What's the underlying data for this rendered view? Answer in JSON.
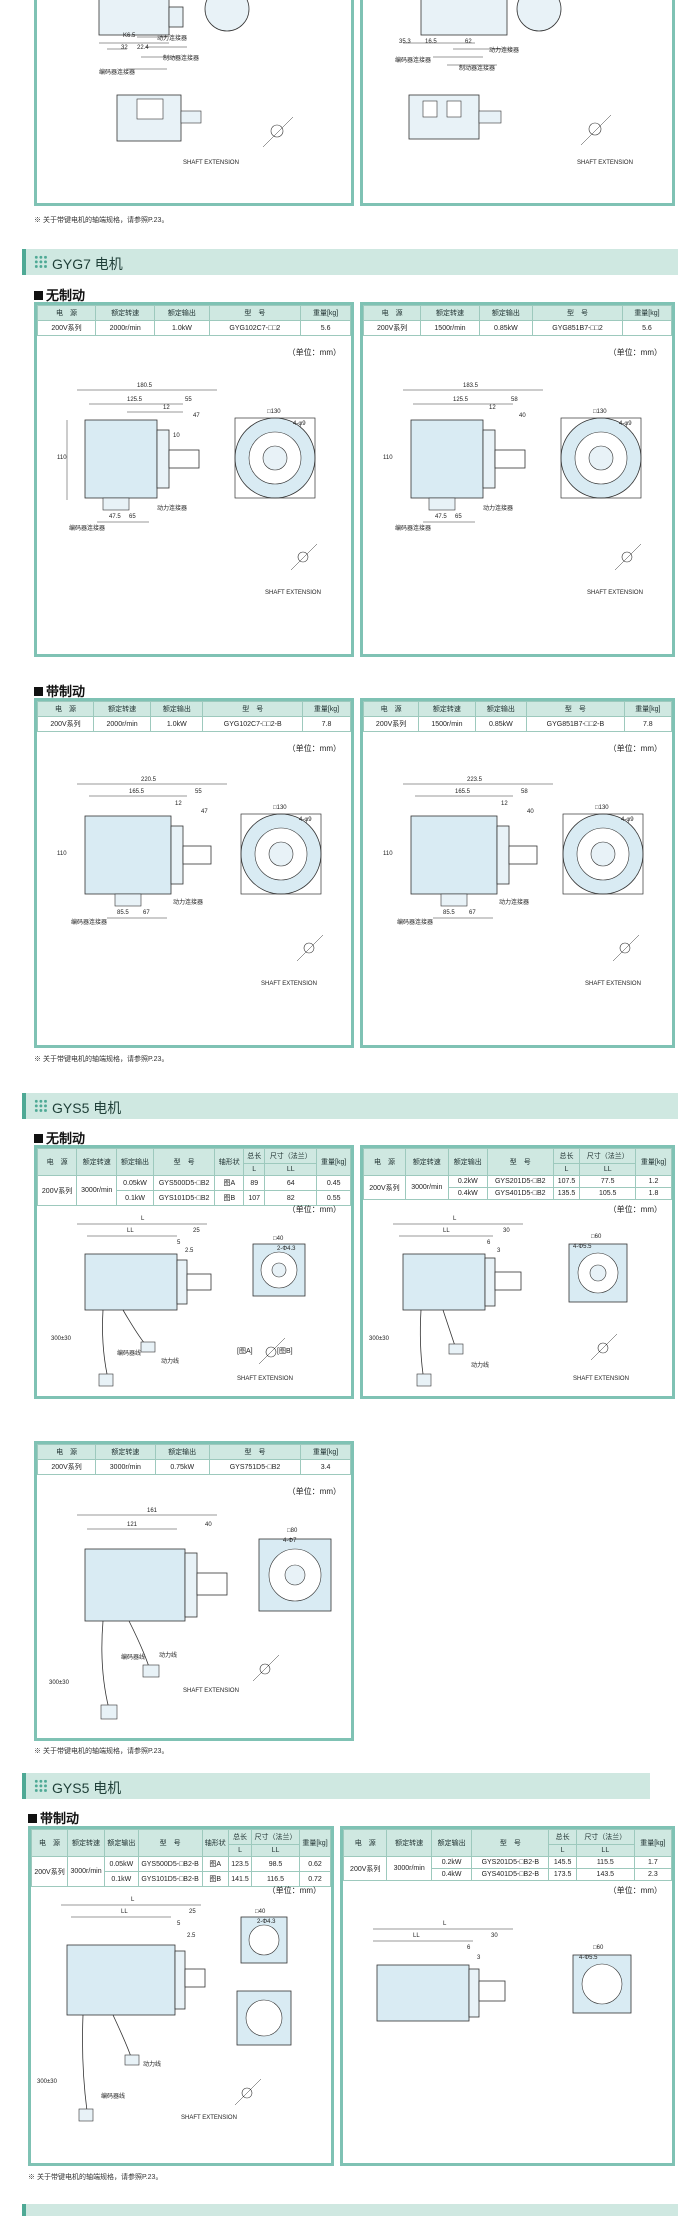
{
  "top": {
    "dims_left": [
      "32",
      "22.4",
      "K6.5"
    ],
    "labels_left": [
      "动力连接器",
      "制动器连接器",
      "编码器连接器"
    ],
    "dims_right": [
      "35.3",
      "16.5",
      "62"
    ],
    "labels_right": [
      "动力连接器",
      "编码器连接器",
      "制动器连接器"
    ],
    "shaft": "SHAFT EXTENSION",
    "note": "※ 关于带键电机的轴端规格，请参照P.23。"
  },
  "gyg7": {
    "title": "GYG7 电机",
    "sub_nobrake": "无制动",
    "sub_brake": "带制动",
    "headers": [
      "电　源",
      "额定转速",
      "额定输出",
      "型　号",
      "重量[kg]"
    ],
    "unit": "（单位：mm）",
    "shaft": "SHAFT EXTENSION",
    "power_conn": "动力连接器",
    "enc_conn": "编码器连接器",
    "nb_left": {
      "row": [
        "200V系列",
        "2000r/min",
        "1.0kW",
        "GYG102C7-□□2",
        "5.6"
      ],
      "dims": [
        "180.5",
        "125.5",
        "55",
        "12",
        "47",
        "10",
        "47.5",
        "65",
        "□130",
        "4-φ9",
        "110"
      ]
    },
    "nb_right": {
      "row": [
        "200V系列",
        "1500r/min",
        "0.85kW",
        "GYG851B7-□□2",
        "5.6"
      ],
      "dims": [
        "183.5",
        "125.5",
        "58",
        "12",
        "40",
        "47.5",
        "65",
        "□130",
        "4-φ9",
        "110"
      ]
    },
    "b_left": {
      "row": [
        "200V系列",
        "2000r/min",
        "1.0kW",
        "GYG102C7-□□2-B",
        "7.8"
      ],
      "dims": [
        "220.5",
        "165.5",
        "55",
        "12",
        "47",
        "85.5",
        "67",
        "□130",
        "4-φ9",
        "110"
      ]
    },
    "b_right": {
      "row": [
        "200V系列",
        "1500r/min",
        "0.85kW",
        "GYG851B7-□□2-B",
        "7.8"
      ],
      "dims": [
        "223.5",
        "165.5",
        "58",
        "12",
        "40",
        "85.5",
        "67",
        "□130",
        "4-φ9",
        "110"
      ]
    },
    "note": "※ 关于带键电机的轴端规格，请参照P.23。"
  },
  "gys5a": {
    "title": "GYS5 电机",
    "sub": "无制动",
    "unit": "（单位：mm）",
    "headers": [
      "电　源",
      "额定转速",
      "额定输出",
      "型　号",
      "轴形状",
      "总长",
      "尺寸（法兰）",
      "重量[kg]"
    ],
    "sub_headers": [
      "L",
      "LL"
    ],
    "left_rows": [
      [
        "200V系列",
        "3000r/min",
        "0.05kW",
        "GYS500D5-□B2",
        "图A",
        "89",
        "64",
        "0.45"
      ],
      [
        "",
        "",
        "0.1kW",
        "GYS101D5-□B2",
        "图B",
        "107",
        "82",
        "0.55"
      ]
    ],
    "right_headers": [
      "电　源",
      "额定转速",
      "额定输出",
      "型　号",
      "总长",
      "尺寸（法兰）",
      "重量[kg]"
    ],
    "right_rows": [
      [
        "200V系列",
        "3000r/min",
        "0.2kW",
        "GYS201D5-□B2",
        "107.5",
        "77.5",
        "1.2"
      ],
      [
        "",
        "",
        "0.4kW",
        "GYS401D5-□B2",
        "135.5",
        "105.5",
        "1.8"
      ]
    ],
    "third_headers": [
      "电　源",
      "额定转速",
      "额定输出",
      "型　号",
      "重量[kg]"
    ],
    "third_row": [
      "200V系列",
      "3000r/min",
      "0.75kW",
      "GYS751D5-□B2",
      "3.4"
    ],
    "figA": "[图A]",
    "figB": "[图B]",
    "enc_wire": "编码器线",
    "power_wire": "动力线",
    "shaft": "SHAFT EXTENSION",
    "dims_l": [
      "L",
      "LL",
      "25",
      "5",
      "2.5",
      "□40",
      "2-Φ4.3",
      "300±30"
    ],
    "dims_r": [
      "L",
      "LL",
      "30",
      "6",
      "3",
      "□60",
      "4-Φ5.5",
      "300±30"
    ],
    "dims_3": [
      "161",
      "121",
      "40",
      "□80",
      "4-Φ7",
      "300±30"
    ],
    "note": "※ 关于带键电机的轴端规格，请参照P.23。"
  },
  "gys5b": {
    "title": "GYS5 电机",
    "sub": "带制动",
    "unit": "（单位：mm）",
    "left_rows": [
      [
        "200V系列",
        "3000r/min",
        "0.05kW",
        "GYS500D5-□B2-B",
        "图A",
        "123.5",
        "98.5",
        "0.62"
      ],
      [
        "",
        "",
        "0.1kW",
        "GYS101D5-□B2-B",
        "图B",
        "141.5",
        "116.5",
        "0.72"
      ]
    ],
    "right_rows": [
      [
        "200V系列",
        "3000r/min",
        "0.2kW",
        "GYS201D5-□B2-B",
        "145.5",
        "115.5",
        "1.7"
      ],
      [
        "",
        "",
        "0.4kW",
        "GYS401D5-□B2-B",
        "173.5",
        "143.5",
        "2.3"
      ]
    ],
    "enc_wire": "编码器线",
    "power_wire": "动力线",
    "shaft": "SHAFT EXTENSION",
    "dims_l": [
      "L",
      "LL",
      "25",
      "5",
      "2.5",
      "□40",
      "2-Φ4.3",
      "300±30"
    ],
    "dims_r": [
      "L",
      "LL",
      "30",
      "6",
      "3",
      "□60",
      "4-Φ5.5"
    ],
    "note": "※ 关于带键电机的轴端规格，请参照P.23。"
  },
  "colors": {
    "accent": "#7fc2b4",
    "band": "#cfe8e1",
    "bar": "#4ea995",
    "motor": "#d9ebf3"
  }
}
